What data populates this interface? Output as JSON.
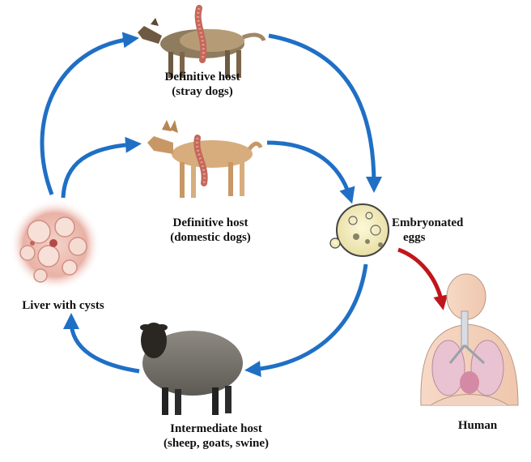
{
  "labels": {
    "stray_dog": [
      "Definitive host",
      "(stray dogs)"
    ],
    "domestic_dog": [
      "Definitive host",
      "(domestic dogs)"
    ],
    "eggs": [
      "Embryonated",
      "eggs"
    ],
    "liver": "Liver with cysts",
    "sheep": [
      "Intermediate host",
      "(sheep, goats, swine)"
    ],
    "human": "Human"
  },
  "colors": {
    "cycle_arrow": "#1f6fc5",
    "infection_arrow": "#c0161b",
    "text": "#111111"
  },
  "icons": [
    "stray-dog-image",
    "domestic-dog-image",
    "tapeworm-icon",
    "egg-cluster-icon",
    "liver-cyst-image",
    "sheep-image",
    "human-respiratory-image"
  ]
}
